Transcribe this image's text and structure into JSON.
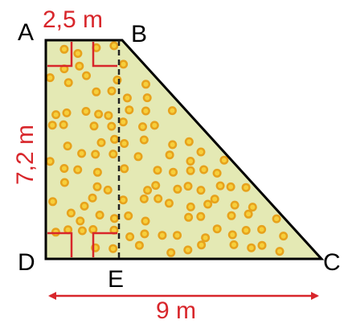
{
  "figure": {
    "vertices": {
      "a": "A",
      "b": "B",
      "c": "C",
      "d": "D",
      "e": "E"
    },
    "measures": {
      "ab": "2,5 m",
      "ad": "7,2 m",
      "dc": "9 m"
    }
  },
  "colors": {
    "fill": "#e4e9b4",
    "outline": "#000000",
    "measure": "#d8262b",
    "right_angle_mark": "#d8262b",
    "flower_petal": "#e7a21c",
    "flower_center": "#f6cf3c"
  },
  "icons": [
    "flower-icon"
  ]
}
